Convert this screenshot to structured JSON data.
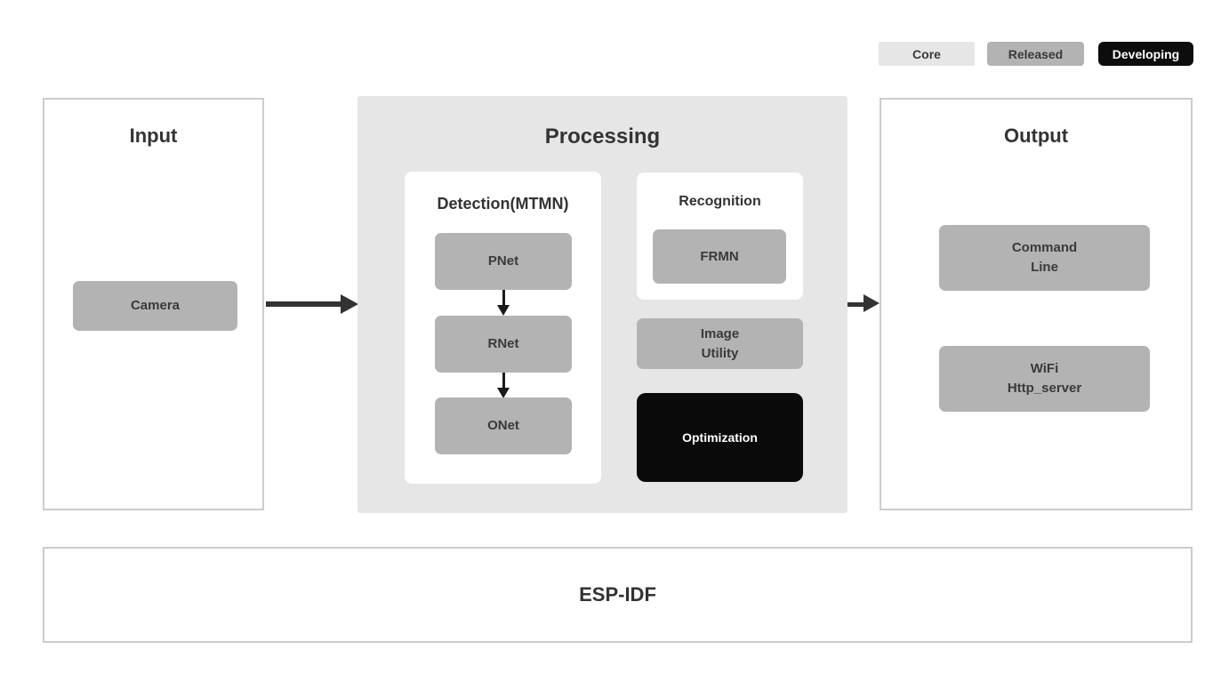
{
  "legend": {
    "core": "Core",
    "released": "Released",
    "developing": "Developing"
  },
  "input": {
    "title": "Input",
    "camera": "Camera"
  },
  "processing": {
    "title": "Processing",
    "detection": {
      "title": "Detection(MTMN)",
      "pnet": "PNet",
      "rnet": "RNet",
      "onet": "ONet"
    },
    "recognition": {
      "title": "Recognition",
      "frmn": "FRMN"
    },
    "image_utility": "Image\nUtility",
    "optimization": "Optimization"
  },
  "output": {
    "title": "Output",
    "command_line": "Command\nLine",
    "wifi": "WiFi\nHttp_server"
  },
  "foundation": {
    "title": "ESP-IDF"
  },
  "colors": {
    "panel_background": "#e6e6e6",
    "released_node": "#b3b3b3",
    "developing_node": "#0d0d0d",
    "core_swatch": "#e6e6e6",
    "panel_border": "#cccccc",
    "text": "#3a3a3a",
    "arrow": "#333333"
  }
}
